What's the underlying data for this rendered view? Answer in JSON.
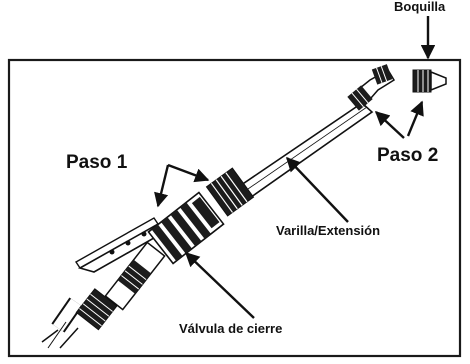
{
  "labels": {
    "nozzle": "Boquilla",
    "step1": "Paso 1",
    "step2": "Paso 2",
    "wand": "Varilla/Extensión",
    "valve": "Válvula de cierre"
  },
  "colors": {
    "ink": "#111111",
    "frame": "#1a1a1a",
    "wand_fill": "#ffffff",
    "part_dark": "#1c1c1c",
    "part_light": "#f2f2f2"
  },
  "icons": [
    "arrow-icon"
  ]
}
